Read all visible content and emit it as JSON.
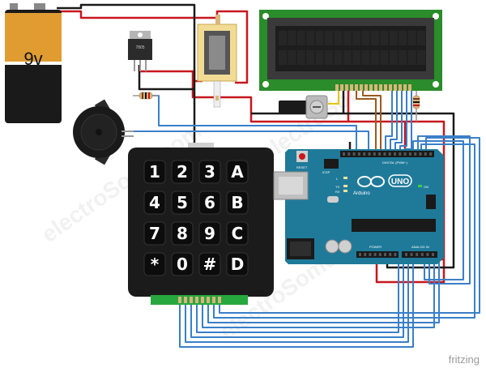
{
  "battery": {
    "label": "9v"
  },
  "keypad": {
    "rows": [
      [
        "1",
        "2",
        "3",
        "A"
      ],
      [
        "4",
        "5",
        "6",
        "B"
      ],
      [
        "7",
        "8",
        "9",
        "C"
      ],
      [
        "*",
        "0",
        "#",
        "D"
      ]
    ]
  },
  "regulator": {
    "part_label": "7805"
  },
  "arduino": {
    "brand": "Arduino",
    "model": "UNO",
    "reset_label": "RESET",
    "icsp_label": "ICSP",
    "digital_label": "DIGITAL (PWM~)",
    "analog_label": "ANALOG IN",
    "power_label": "POWER",
    "tx_label": "TX",
    "rx_label": "RX",
    "on_label": "ON",
    "l_label": "L"
  },
  "footer": {
    "tool_name": "fritzing"
  },
  "watermark": {
    "text": "electroSome.com"
  },
  "colors": {
    "wire_red": "#c8171e",
    "wire_black": "#1a1a1a",
    "wire_blue": "#3a7fc8",
    "wire_yellow": "#e8c400",
    "wire_brown": "#9c5a1e",
    "pcb_green": "#2a8c2a",
    "lcd_screen": "#1d1d1d",
    "arduino_blue": "#1f7a9a"
  }
}
